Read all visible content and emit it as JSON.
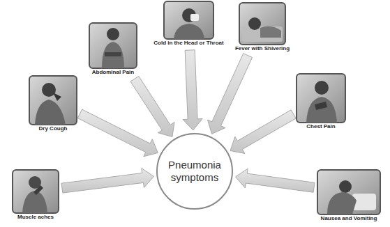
{
  "diagram": {
    "nodes": [
      {
        "text": [
          "Muscle aches"
        ]
      },
      {
        "text": [
          "Dry Cough"
        ]
      },
      {
        "text": [
          "Abdominal Pain"
        ]
      },
      {
        "text": [
          "Cold in the Head or Throat"
        ]
      },
      {
        "text": [
          "Fever with Shivering"
        ]
      },
      {
        "text": [
          "Chest Pain"
        ]
      },
      {
        "text": [
          "Nausea and Vomiting"
        ]
      },
      {
        "text": [
          "Pneumonia symptoms"
        ]
      }
    ],
    "edges": [
      {
        "from": 0,
        "to": 7,
        "arrow": "to"
      },
      {
        "from": 1,
        "to": 7,
        "arrow": "to"
      },
      {
        "from": 2,
        "to": 7,
        "arrow": "to"
      },
      {
        "from": 3,
        "to": 7,
        "arrow": "to"
      },
      {
        "from": 4,
        "to": 7,
        "arrow": "to"
      },
      {
        "from": 5,
        "to": 7,
        "arrow": "to"
      },
      {
        "from": 6,
        "to": 7,
        "arrow": "to"
      }
    ]
  }
}
